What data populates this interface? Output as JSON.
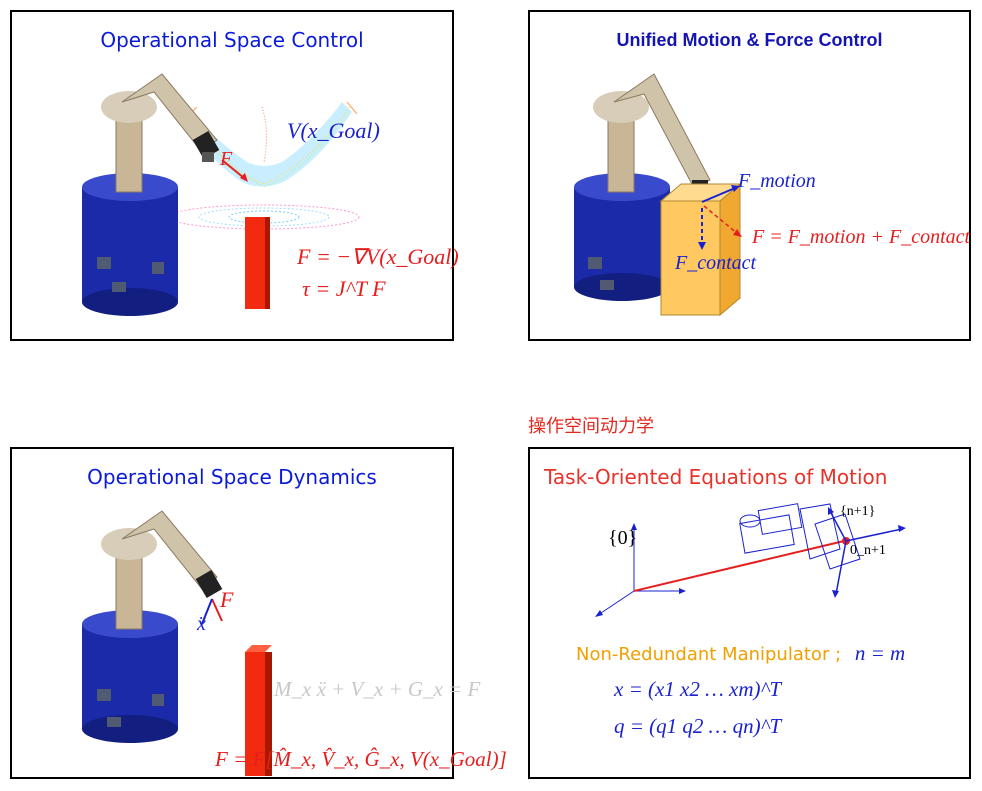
{
  "slide1": {
    "title": "Operational Space Control",
    "potential_label": "V(x_Goal)",
    "force_label": "F",
    "eq_force": "F = −∇V(x_Goal)",
    "eq_torque": "τ = J^T F"
  },
  "slide2": {
    "title": "Unified Motion & Force Control",
    "f_motion": "F_motion",
    "f_contact": "F_contact",
    "eq": "F = F_motion + F_contact"
  },
  "chinese_caption": "操作空间动力学",
  "slide3": {
    "title": "Operational Space Dynamics",
    "force_label": "F",
    "accel_label": "ẍ",
    "eq_dynamics": "M_x ẍ + V_x + G_x = F",
    "eq_estimate": "F = F[M̂_x, V̂_x, Ĝ_x, V(x_Goal)]"
  },
  "slide4": {
    "title": "Task-Oriented Equations of Motion",
    "frame0": "{0}",
    "frame_n1": "{n+1}",
    "origin_n1": "0_n+1",
    "manipulator_label": "Non-Redundant Manipulator ;",
    "n_eq": "n = m",
    "eq_x": "x = (x1 x2 … xm)^T",
    "eq_q": "q = (q1 q2 … qn)^T"
  },
  "colors": {
    "title_blue": "#0a1ad8",
    "accent_red": "#e61e1e",
    "orange": "#f0a000",
    "robot_blue": "#1b2aa8"
  }
}
